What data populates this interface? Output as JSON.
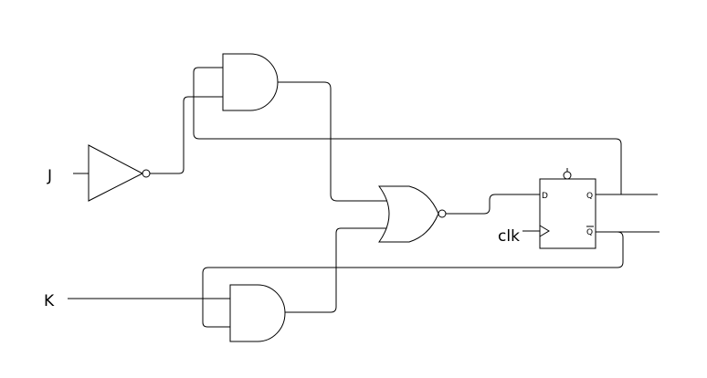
{
  "labels": {
    "input_j": "J",
    "input_k": "K",
    "clock": "clk",
    "d_pin": "D",
    "q_pin": "Q",
    "qbar_pin": "Q"
  },
  "colors": {
    "line": "#000000",
    "background": "#ffffff"
  }
}
